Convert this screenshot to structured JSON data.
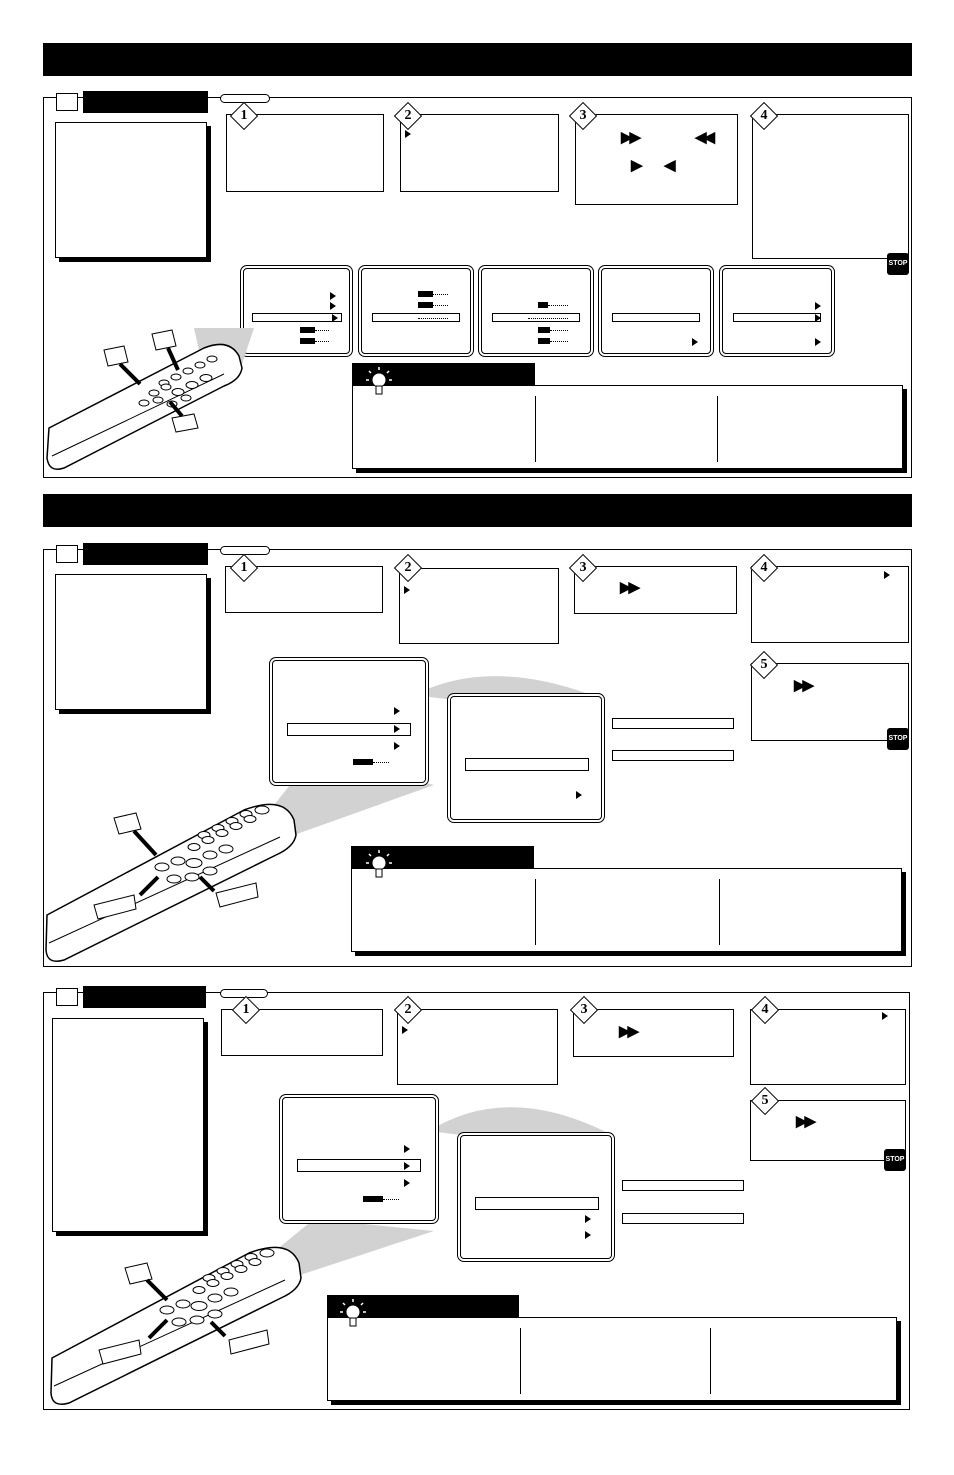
{
  "page": {
    "title": ""
  },
  "icons": {
    "stop": "stop-sign-icon",
    "tip": "light-bulb-icon",
    "tv": "tv-icon",
    "ff": "fast-forward-icon",
    "rw": "rewind-icon",
    "right": "right-arrow-icon",
    "left": "left-arrow-icon"
  },
  "steps": {
    "one": "1",
    "two": "2",
    "three": "3",
    "four": "4",
    "five": "5"
  },
  "stop_label": "STOP",
  "symbols": {
    "ff": "▶▶",
    "rw": "◀◀",
    "right": "▶",
    "left": "◀"
  }
}
